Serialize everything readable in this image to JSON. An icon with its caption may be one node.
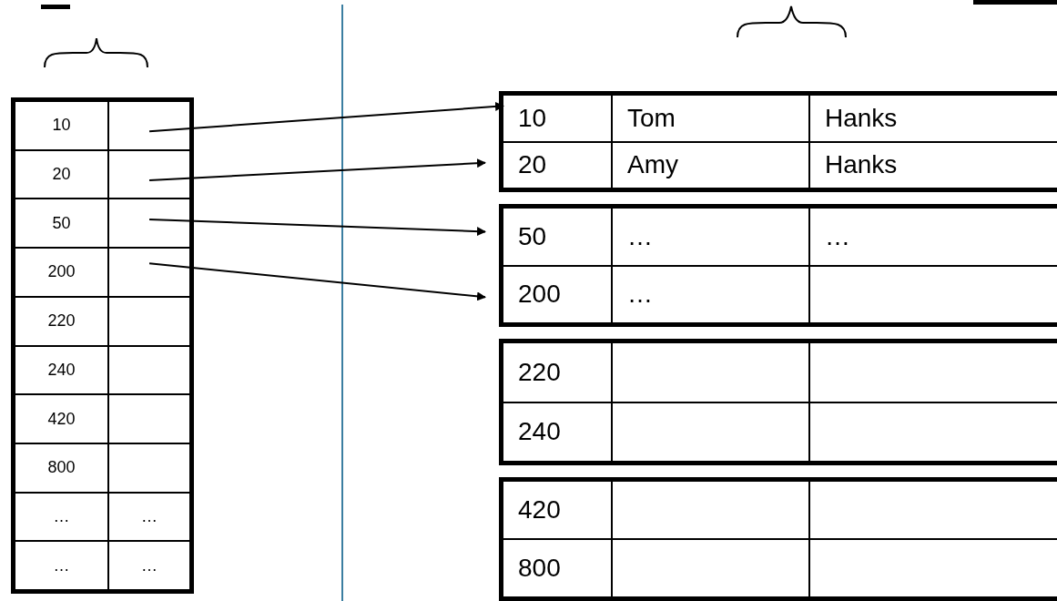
{
  "diagram": {
    "nodes": [
      {
        "text": [],
        "shape": "box"
      },
      {
        "text": [
          "10"
        ],
        "in": 0
      },
      {
        "text": [
          "20"
        ],
        "in": 0
      },
      {
        "text": [
          "50"
        ],
        "in": 0
      },
      {
        "text": [
          "200"
        ],
        "in": 0
      },
      {
        "text": [
          "220"
        ],
        "in": 0
      },
      {
        "text": [
          "240"
        ],
        "in": 0
      },
      {
        "text": [
          "420"
        ],
        "in": 0
      },
      {
        "text": [
          "800"
        ],
        "in": 0
      },
      {
        "text": [
          "…",
          "…"
        ],
        "in": 0
      },
      {
        "text": [
          "…",
          "…"
        ],
        "in": 0
      },
      {
        "text": [],
        "shape": "box"
      },
      {
        "text": [
          "10",
          "Tom",
          "Hanks"
        ],
        "in": 11
      },
      {
        "text": [
          "20",
          "Amy",
          "Hanks"
        ],
        "in": 11
      },
      {
        "text": [],
        "shape": "box"
      },
      {
        "text": [
          "50",
          "…",
          "…"
        ],
        "in": 14
      },
      {
        "text": [
          "200",
          "…"
        ],
        "in": 14
      },
      {
        "text": [],
        "shape": "box"
      },
      {
        "text": [
          "220"
        ],
        "in": 17
      },
      {
        "text": [
          "240"
        ],
        "in": 17
      },
      {
        "text": [],
        "shape": "box"
      },
      {
        "text": [
          "420"
        ],
        "in": 20
      },
      {
        "text": [
          "800"
        ],
        "in": 20
      }
    ],
    "edges": [
      {
        "from": 1,
        "to": 12,
        "arrow": "to"
      },
      {
        "from": 2,
        "to": 13,
        "arrow": "to"
      },
      {
        "from": 3,
        "to": 15,
        "arrow": "to"
      },
      {
        "from": 4,
        "to": 16,
        "arrow": "to"
      }
    ]
  }
}
